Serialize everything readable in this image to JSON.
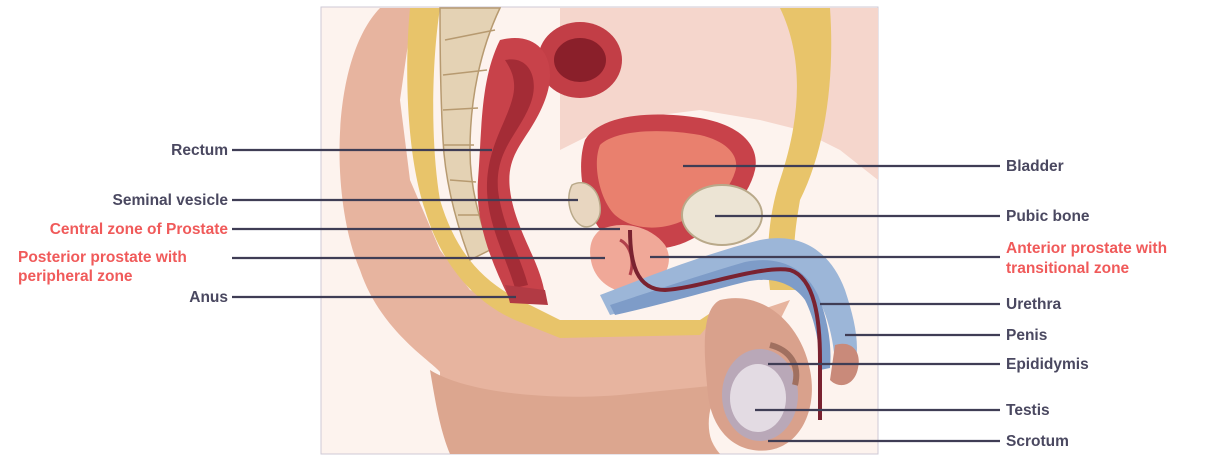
{
  "diagram": {
    "colors": {
      "dark_label": "#4a4860",
      "red_label": "#f05a5a",
      "leader_line": "#3f3d55",
      "skin": "#e4b29c",
      "fat": "#e8c46a",
      "muscle": "#c8424a",
      "bone": "#e2d6c0",
      "spongy": "#9cb6d8"
    },
    "labels_left": [
      {
        "id": "rectum",
        "text": "Rectum",
        "color": "dark"
      },
      {
        "id": "seminal-vesicle",
        "text": "Seminal vesicle",
        "color": "dark"
      },
      {
        "id": "central-zone",
        "text": "Central zone of Prostate",
        "color": "red"
      },
      {
        "id": "posterior-prostate-1",
        "text": "Posterior prostate with",
        "color": "red"
      },
      {
        "id": "posterior-prostate-2",
        "text": "peripheral zone",
        "color": "red"
      },
      {
        "id": "anus",
        "text": "Anus",
        "color": "dark"
      }
    ],
    "labels_right": [
      {
        "id": "bladder",
        "text": "Bladder",
        "color": "dark"
      },
      {
        "id": "pubic-bone",
        "text": "Pubic bone",
        "color": "dark"
      },
      {
        "id": "anterior-prostate-1",
        "text": "Anterior prostate with",
        "color": "red"
      },
      {
        "id": "anterior-prostate-2",
        "text": "transitional zone",
        "color": "red"
      },
      {
        "id": "urethra",
        "text": "Urethra",
        "color": "dark"
      },
      {
        "id": "penis",
        "text": "Penis",
        "color": "dark"
      },
      {
        "id": "epididymis",
        "text": "Epididymis",
        "color": "dark"
      },
      {
        "id": "testis",
        "text": "Testis",
        "color": "dark"
      },
      {
        "id": "scrotum",
        "text": "Scrotum",
        "color": "dark"
      }
    ]
  }
}
